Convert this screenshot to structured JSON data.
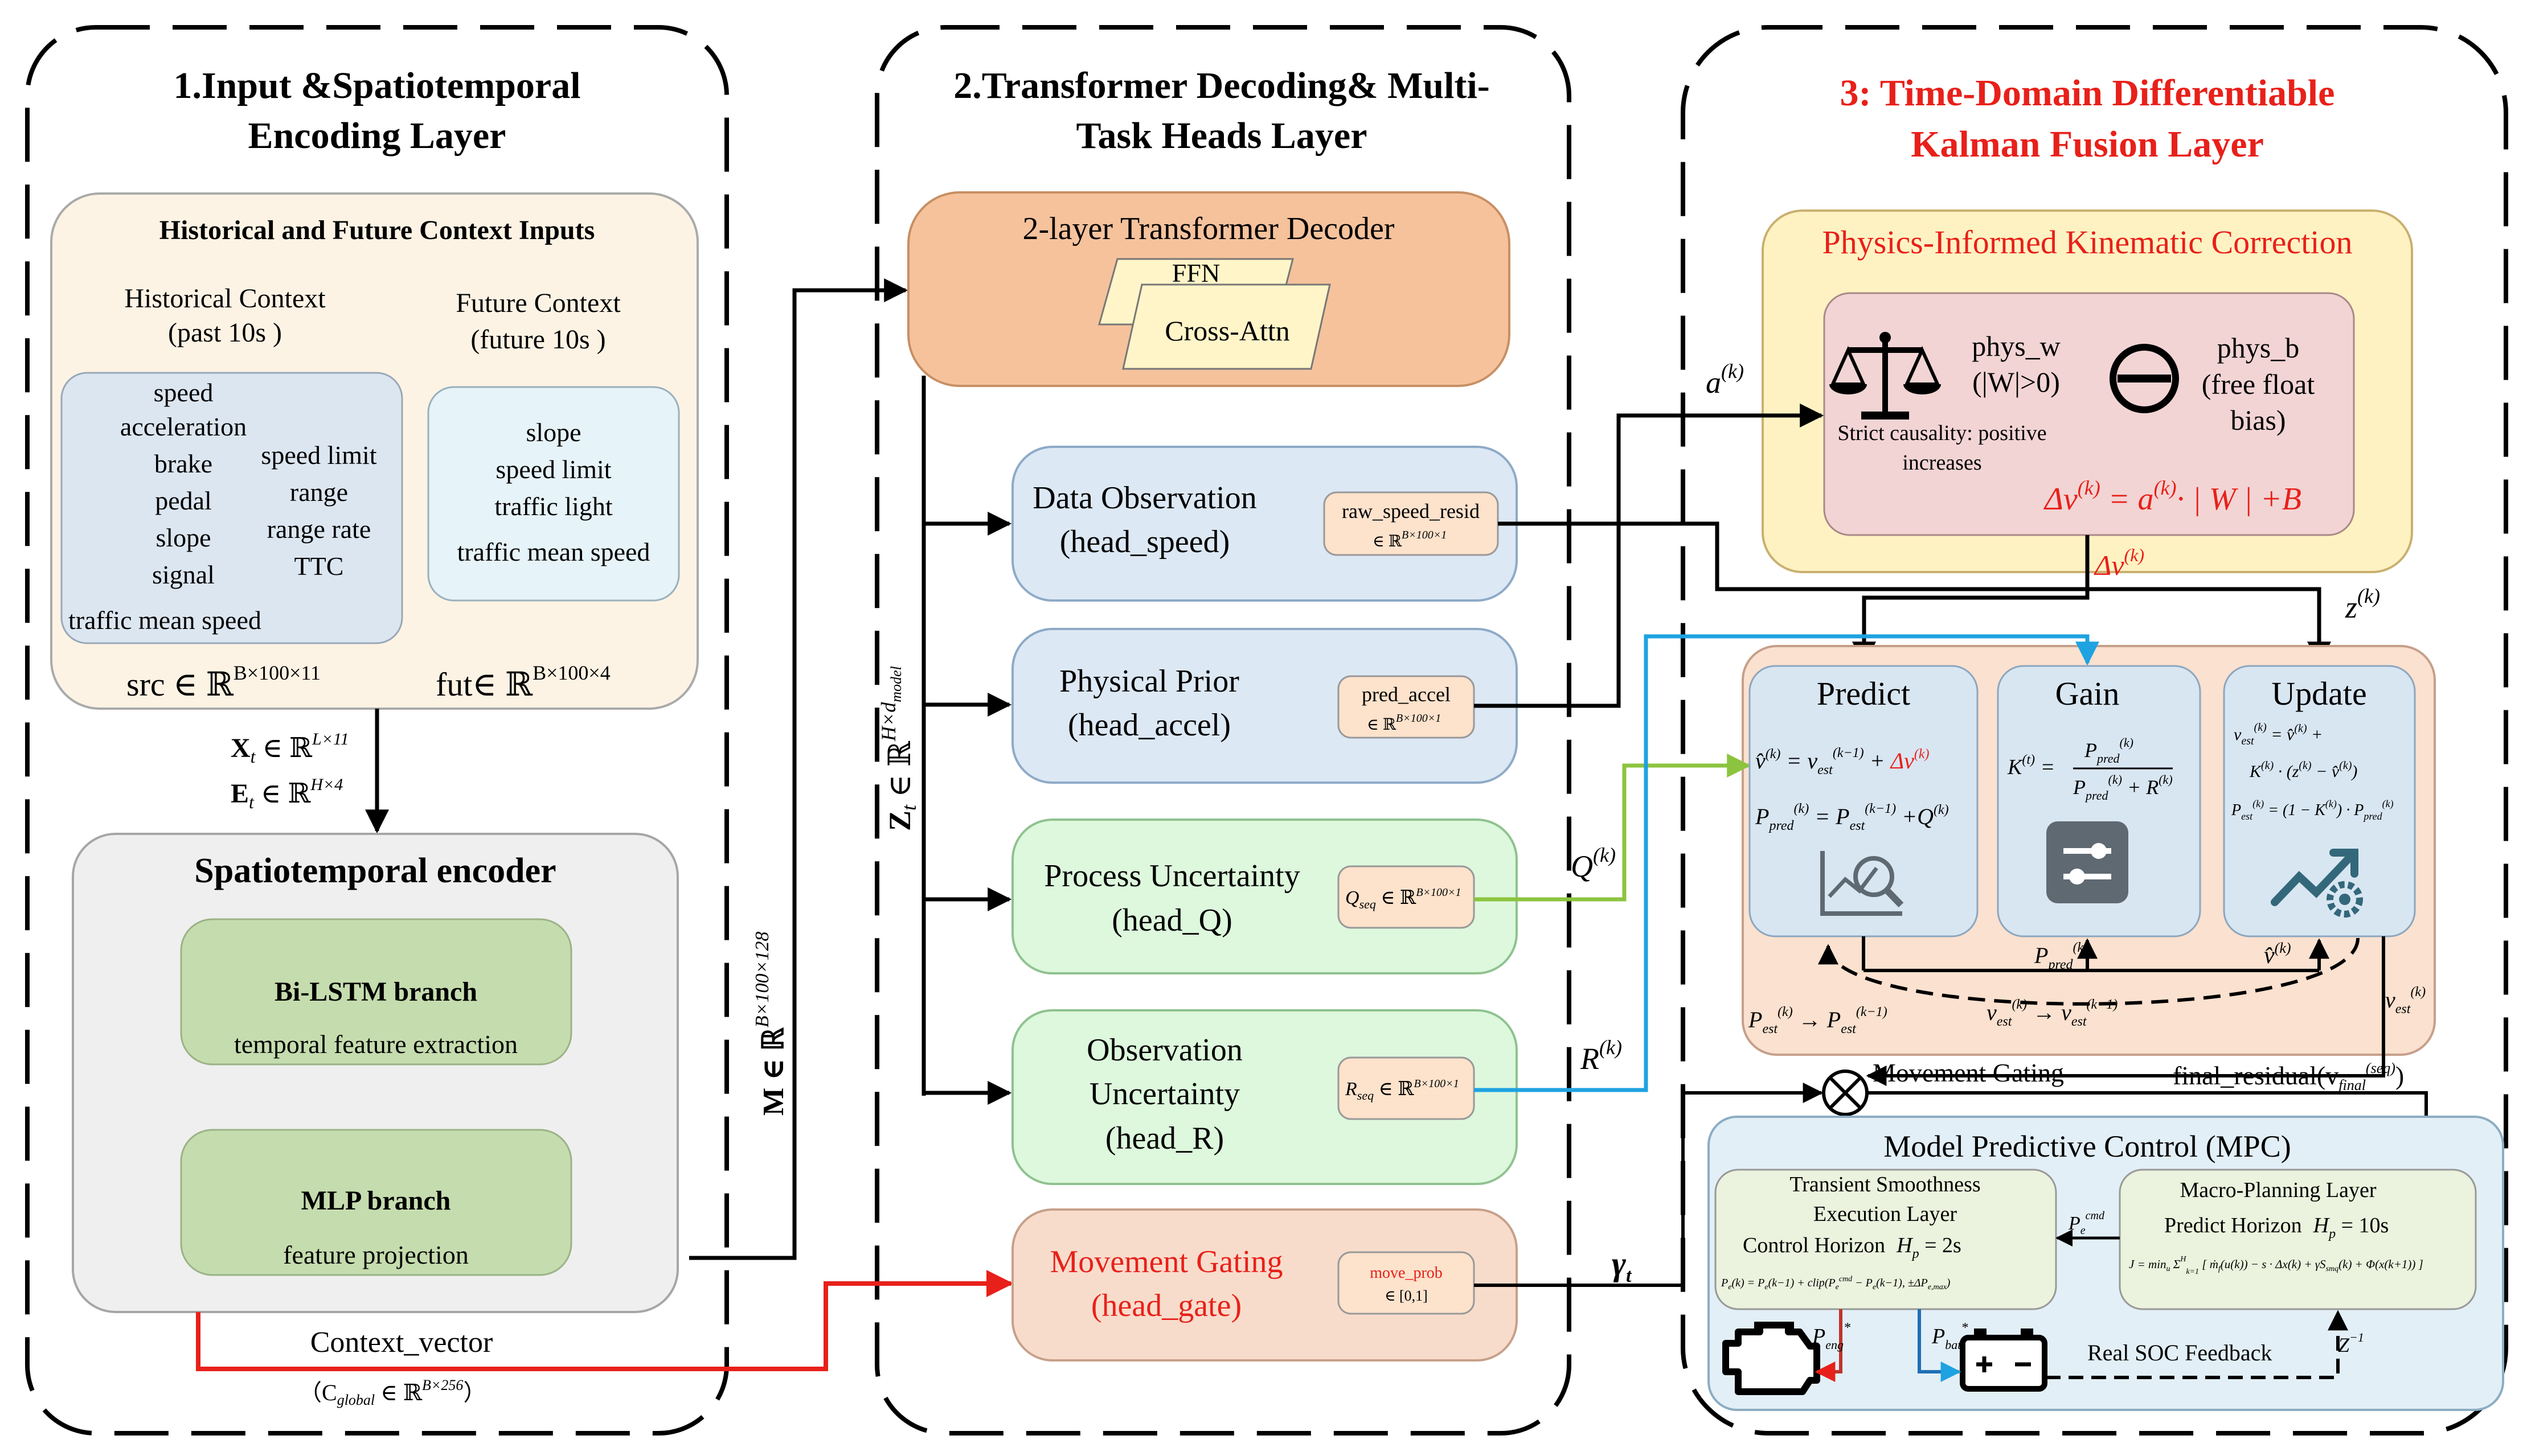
{
  "colors": {
    "layer_border": "#000000",
    "input_box": "#fdf3e4",
    "hist_box": "#dce6f1",
    "fut_box": "#e6f3f8",
    "encoder_box": "#efefef",
    "branch_box": "#c5dcae",
    "decoder_box": "#f5c29c",
    "ffn_box": "#fff5c8",
    "head_blue": "#dce8f4",
    "head_green": "#ddf8dd",
    "head_orange": "#f8dccb",
    "chip": "#fde2cc",
    "physics_outer": "#fff2c2",
    "physics_inner": "#f2d4d4",
    "kalman_outer": "#fbe1cf",
    "kalman_card": "#d8e6f2",
    "mpc_outer": "#e2eff7",
    "mpc_inner": "#ebf2dd",
    "accent_red": "#e8201a",
    "line_blue": "#1fa2e1",
    "line_green": "#8cc43f",
    "line_red": "#e8201a",
    "icon_teal": "#33687a",
    "icon_gray": "#5f6972"
  },
  "layer1": {
    "title_l1": "1.Input &Spatiotemporal",
    "title_l2": "Encoding Layer",
    "inputs_title": "Historical and Future Context Inputs",
    "hist_title_l1": "Historical Context",
    "hist_title_l2": "(past 10s )",
    "hist_col1": [
      "speed",
      "acceleration",
      "brake",
      "pedal",
      "slope",
      "signal"
    ],
    "hist_col2": [
      "speed limit",
      "range",
      "range rate",
      "TTC"
    ],
    "hist_last": "traffic mean speed",
    "fut_title_l1": "Future Context",
    "fut_title_l2": "(future 10s  )",
    "fut_items": [
      "slope",
      "speed limit",
      "traffic light",
      "traffic mean speed"
    ],
    "src_text": "src ∈ ℝ",
    "src_sup": "B×100×11",
    "fut_text": "fut∈ ℝ",
    "fut_sup": "B×100×4",
    "xt_text": "X",
    "xt_sub": "t",
    "xt_rest": " ∈ ℝ",
    "xt_sup": "L×11",
    "et_text": "E",
    "et_sub": "t",
    "et_rest": " ∈ ℝ",
    "et_sup": "H×4",
    "encoder_title": "Spatiotemporal encoder",
    "bilstm_title": "Bi-LSTM branch",
    "bilstm_sub": "temporal feature extraction",
    "mlp_title": "MLP branch",
    "mlp_sub": "feature projection",
    "context_vector": "Context_vector",
    "cglobal_open": "（C",
    "cglobal_sub": "global",
    "cglobal_rest": " ∈ ℝ",
    "cglobal_sup": "B×256",
    "cglobal_close": "）",
    "m_label": "M ∈ ℝ",
    "m_sup": "B×100×128"
  },
  "layer2": {
    "title_l1": "2.Transformer Decoding& Multi-",
    "title_l2": "Task Heads Layer",
    "decoder_title": "2-layer Transformer Decoder",
    "ffn": "FFN",
    "cross_attn": "Cross-Attn",
    "z_label": "Z",
    "z_sub": "t",
    "z_rest": " ∈ ℝ",
    "z_sup": "H×d",
    "z_sup_sub": "model",
    "heads": [
      {
        "line1": "Data Observation",
        "line2": "(head_speed)",
        "chip": "raw_speed_resid",
        "chip_sub": "∈ ℝ",
        "chip_sup": "B×100×1"
      },
      {
        "line1": "Physical Prior",
        "line2": "(head_accel)",
        "chip": "pred_accel",
        "chip_sub": "∈ ℝ",
        "chip_sup": "B×100×1"
      },
      {
        "line1": "Process Uncertainty",
        "line2": "(head_Q)",
        "chip": "Q",
        "chip_sub": "seq",
        "chip_rest": " ∈ ℝ",
        "chip_sup": "B×100×1"
      },
      {
        "line1": "Observation",
        "line2": "Uncertainty",
        "line3": "(head_R)",
        "chip": "R",
        "chip_sub": "seq",
        "chip_rest": " ∈ ℝ",
        "chip_sup": "B×100×1"
      },
      {
        "line1": "Movement Gating",
        "line2": "(head_gate)",
        "chip": "move_prob",
        "chip_sub": "∈ [0,1]"
      }
    ]
  },
  "layer3": {
    "title_l1": "3: Time-Domain Differentiable",
    "title_l2": "Kalman Fusion Layer",
    "physics_title": "Physics-Informed Kinematic Correction",
    "phys_w": "phys_w",
    "phys_w_sub": "(|W|>0)",
    "phys_b": "phys_b",
    "phys_b_sub1": "(free float",
    "phys_b_sub2": "bias)",
    "causality_l1": "Strict causality: positive",
    "causality_l2": "increases",
    "delta_eq": "Δv",
    "delta_eq_sup": "(k)",
    "delta_eq_rest": " = a",
    "delta_eq_rest_sup": "(k)",
    "delta_eq_tail": "· | W | +B",
    "delta_out": "Δv",
    "delta_out_sup": "(k)",
    "a_label": "a",
    "a_sup": "(k)",
    "z_label": "z",
    "z_sup": "(k)",
    "q_label": "Q",
    "q_sup": "(k)",
    "r_label": "R",
    "r_sup": "(k)",
    "gamma_label": "γ",
    "gamma_sub": "t",
    "predict_title": "Predict",
    "gain_title": "Gain",
    "update_title": "Update",
    "predict_eq1": "v̂",
    "predict_eq1_sup": "(k)",
    "predict_eq1_rest": " = v",
    "predict_eq1_sub": "est",
    "predict_eq1_sup2": "(k−1)",
    "predict_eq1_plus": " + ",
    "predict_eq1_dv": "Δv",
    "predict_eq1_dv_sup": "(k)",
    "predict_eq2": "P",
    "predict_eq2_sub": "pred",
    "predict_eq2_sup": "(k)",
    "predict_eq2_rest": " = P",
    "predict_eq2_sub2": "est",
    "predict_eq2_sup2": "(k−1)",
    "predict_eq2_tail": " +Q",
    "predict_eq2_tail_sup": "(k)",
    "gain_k": "K",
    "gain_k_sup": "(t)",
    "gain_eq": " = ",
    "gain_num": "P",
    "gain_num_sub": "pred",
    "gain_num_sup": "(k)",
    "gain_den": "P",
    "gain_den_sub": "pred",
    "gain_den_sup": "(k)",
    "gain_den_rest": " + R",
    "gain_den_rest_sup": "(k)",
    "update_eq1": "v",
    "update_eq1_sub": "est",
    "update_eq1_sup": "(k)",
    "update_eq1_rest": " = v̂",
    "update_eq1_rest_sup": "(k)",
    "update_eq1_tail": " +",
    "update_eq2": "K",
    "update_eq2_sup": "(k)",
    "update_eq2_rest": " · (z",
    "update_eq2_rest_sup": "(k)",
    "update_eq2_tail": " − v̂",
    "update_eq2_tail_sup": "(k)",
    "update_eq2_close": ")",
    "update_eq3": "P",
    "update_eq3_sub": "est",
    "update_eq3_sup": "(k)",
    "update_eq3_rest": " = (1 − K",
    "update_eq3_rest_sup": "(k)",
    "update_eq3_tail": ") · P",
    "update_eq3_tail_sub": "pred",
    "update_eq3_tail_sup": "(k)",
    "ppred_label": "P",
    "ppred_label_sub": "pred",
    "ppred_label_sup": "(k)",
    "vhat_label": "v̂",
    "vhat_label_sup": "(k)",
    "pest_label": "P",
    "pest_label_sub": "est",
    "pest_label_sup": "(k)",
    "pest_arrow": " → P",
    "pest_arrow_sub": "est",
    "pest_arrow_sup": "(k−1)",
    "vest_label": "v",
    "vest_label_sub": "est",
    "vest_label_sup": "(k)",
    "vest_arrow": " → v",
    "vest_arrow_sub": "est",
    "vest_arrow_sup": "(k−1)",
    "vest_right": "v",
    "vest_right_sub": "est",
    "vest_right_sup": "(k)",
    "movement_gating": "Movement Gating",
    "final_residual": "final_residual",
    "final_residual_paren": "(v",
    "final_residual_sub": "final",
    "final_residual_sup": "(seq)",
    "final_residual_close": ")",
    "mpc_title": "Model Predictive Control (MPC)",
    "transient_l1": "Transient Smoothness",
    "transient_l2": "Execution Layer",
    "transient_l3": "Control Horizon",
    "transient_h": "H",
    "transient_h_sub": "p",
    "transient_h_rest": " = 2s",
    "transient_eq": "P",
    "transient_eq_sub": "e",
    "transient_eq_rest": "(k) = P",
    "transient_eq_rest_sub": "e",
    "transient_eq_tail": "(k−1) + clip(P",
    "transient_eq_tail_sub": "e",
    "transient_eq_tail_sup": "cmd",
    "transient_eq_end": " − P",
    "transient_eq_end_sub": "e",
    "transient_eq_end_tail": "(k−1), ±ΔP",
    "transient_eq_end_tail_sub": "e,max",
    "transient_eq_close": ")",
    "macro_l1": "Macro-Planning Layer",
    "macro_l2": "Predict Horizon",
    "macro_h": "H",
    "macro_h_sub": "p",
    "macro_h_rest": " = 10s",
    "macro_eq": "J = min",
    "macro_eq_sub": "u",
    "macro_eq_sum": " Σ",
    "macro_eq_sum_sup": "H",
    "macro_eq_sum_sub": "k=1",
    "macro_eq_rest": " [ ṁ",
    "macro_eq_rest_sub": "f",
    "macro_eq_body": "(u(k)) − s · Δx(k) + γS",
    "macro_eq_body_sub": "smq",
    "macro_eq_tail": "(k) + Φ(x(k+1)) ]",
    "pecmd": "P",
    "pecmd_sub": "e",
    "pecmd_sup": "cmd",
    "peng": "P",
    "peng_sub": "eng",
    "peng_sup": "*",
    "pbat": "P",
    "pbat_sub": "bat",
    "pbat_sup": "*",
    "soc_feedback": "Real SOC Feedback",
    "zinv": "Z",
    "zinv_sup": "−1"
  }
}
